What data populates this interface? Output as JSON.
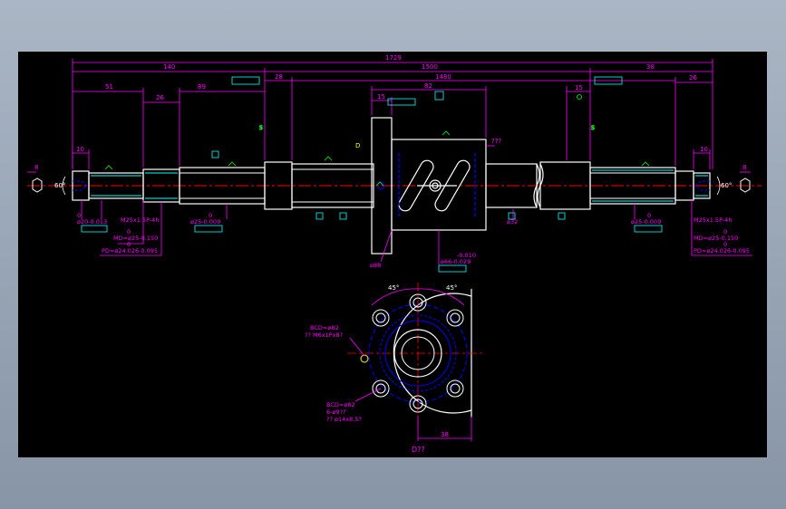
{
  "drawing": {
    "dimensions": {
      "overall": "1729",
      "left_end": "140",
      "thread_len": "1500",
      "right_end": "38",
      "left_51": "51",
      "left_26": "26",
      "left_89": "89",
      "d_28": "28",
      "d_1480": "1480",
      "d_15_left": "15",
      "d_82": "82",
      "d_15_right": "15",
      "right_26": "26",
      "d_10_left": "10",
      "d_10_right": "10",
      "d_8_left": "8",
      "d_8_right": "8",
      "ang_60_left": "60°",
      "ang_60_right": "60°",
      "phi32": "ø32",
      "phi88": "ø88",
      "ang_45_a": "45°",
      "ang_45_b": "45°",
      "d_38": "38"
    },
    "callouts": {
      "phi20": "ø20-0.013",
      "phi20_zero": "0",
      "m25_left": "M25x1.5P-4h",
      "md_left": "MD=ø25-0.150",
      "md_left_zero": "0",
      "pd_left": "PD=ø24.026-0.095",
      "pd_left_zero": "0",
      "phi25_left": "ø25-0.009",
      "phi25_left_zero": "0",
      "phi25_right": "ø25-0.009",
      "phi25_right_zero": "0",
      "m25_right": "M25x1.5P-4h",
      "md_right": "MD=ø25-0.150",
      "md_right_zero": "0",
      "pd_right": "PD=ø24.026-0.095",
      "pd_right_zero": "0",
      "phi66_a": "-0.010",
      "phi66_b": "ø66-0.029",
      "d_label": "D",
      "q_mark": "???",
      "bcd_top": "BCD=ø82",
      "bcd_top_sub": "?? M6x1Px8?",
      "bcd_bottom": "BCD=ø82",
      "bcd_bottom_sub": "6-ø9??",
      "bcd_bottom_sub2": "?? ø14x8.5?",
      "view_label": "D??"
    },
    "colors": {
      "background": "#000000",
      "outline": "#ffffff",
      "dimension": "#ff00ff",
      "centerline": "#ff0000",
      "hidden": "#0000ff",
      "annotation": "#00ff00",
      "cyan": "#00ffff",
      "yellow": "#ffff00",
      "frame": "#a8b4c2"
    }
  }
}
